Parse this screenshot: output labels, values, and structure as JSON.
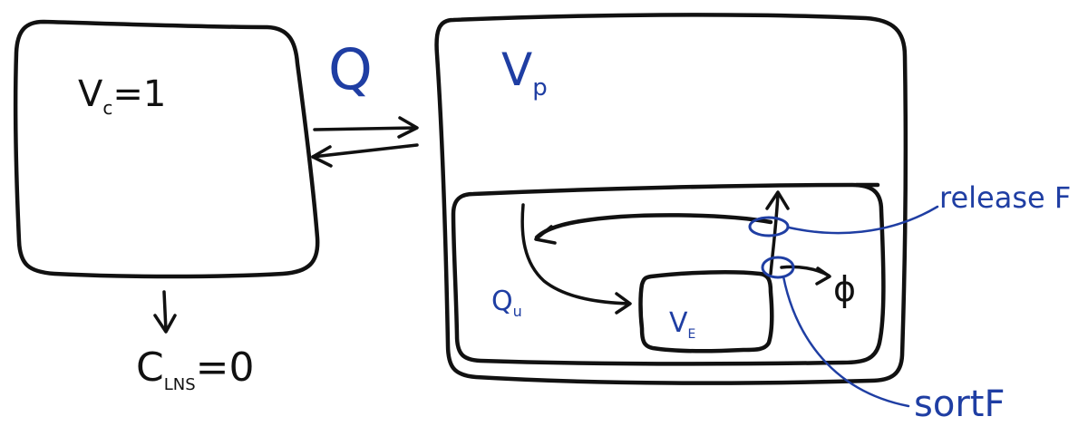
{
  "colors": {
    "ink": "#111111",
    "accent": "#1f3ea3",
    "background": "#ffffff"
  },
  "labels": {
    "vc_base": "V",
    "vc_sub": "c",
    "vc_value": "=1",
    "q": "Q",
    "vp_base": "V",
    "vp_sub": "p",
    "clns_base": "C",
    "clns_sub": "LNS",
    "clns_value": "=0",
    "qu_base": "Q",
    "qu_sub": "u",
    "ve_base": "V",
    "ve_sub": "E",
    "phi": "ϕ",
    "release": "release F",
    "sort": "sortF"
  }
}
